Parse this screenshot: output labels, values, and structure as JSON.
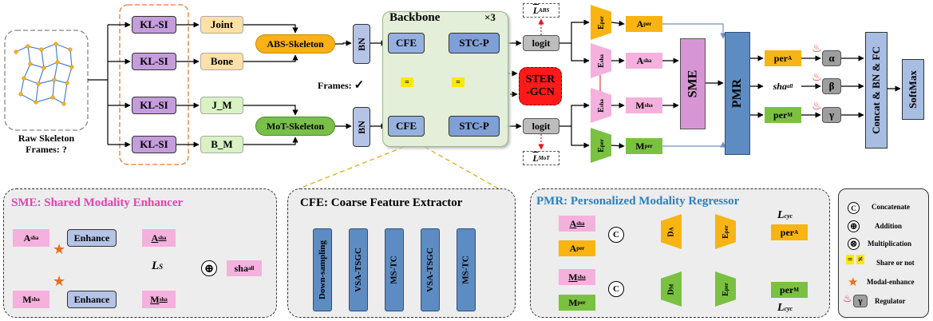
{
  "colors": {
    "kl": "#c59cdc",
    "joint": "#ffe0a6",
    "motion": "#d8f2c3",
    "abs": "#f9b117",
    "mot": "#79c04a",
    "bn": "#b5c3e6",
    "cfe": "#95b1e0",
    "stc": "#7f9fd7",
    "logit": "#bdbdbd",
    "ster": "#ff1a1a",
    "sme": "#d696d6",
    "pmr": "#5d8cc3",
    "orange": "#f8b412",
    "pink": "#f4b1dd",
    "green": "#7ac142",
    "gray": "#9e9e9e",
    "backbone": "#e3efd8",
    "panel": "#ededed",
    "concat": "#a8bde2"
  },
  "raw": {
    "caption_line1": "Raw Skeleton",
    "caption_line2": "Frames: ?"
  },
  "modalities": {
    "kl_label": "KL-SI",
    "inputs": [
      "Joint",
      "Bone",
      "J_M",
      "B_M"
    ]
  },
  "streams": {
    "abs": "ABS-Skeleton",
    "mot": "MoT-Skeleton",
    "bn": "BN",
    "frames": "Frames:",
    "check": "✓"
  },
  "backbone": {
    "title": "Backbone",
    "repeat": "×3",
    "cfe": "CFE",
    "stcp": "STC-P",
    "ster_line1": "STER",
    "ster_line2": "-GCN",
    "share": "="
  },
  "logits": {
    "logit": "logit",
    "loss_abs": "L",
    "loss_abs_sub": "ABS",
    "loss_mot": "L",
    "loss_mot_sub": "MoT"
  },
  "encoders": {
    "enc": "E",
    "per": "per",
    "sha": "sha",
    "a_per": "A",
    "a_sha": "A",
    "m_sha": "M",
    "m_per": "M"
  },
  "right": {
    "sme": "SME",
    "pmr": "PMR",
    "per_a": "per",
    "per_a_sub": "A",
    "sha_all": "sha",
    "sha_all_sub": "all",
    "per_m": "per",
    "per_m_sub": "M",
    "alpha": "α",
    "beta": "β",
    "gamma": "γ",
    "concat": "Concat & BN & FC",
    "softmax": "SoftMax"
  },
  "sme_panel": {
    "title": "SME: Shared Modality Enhancer",
    "a_sha": "A",
    "m_sha": "M",
    "sha_sub": "sha",
    "enhance": "Enhance",
    "loss": "L",
    "loss_sub": "S",
    "out": "sha",
    "out_sub": "all",
    "plus": "⊕"
  },
  "cfe_panel": {
    "title": "CFE: Coarse Feature Extractor",
    "blocks": [
      "Down-sampling",
      "VSA-TSGC",
      "MS-TC",
      "VSA-TSGC",
      "MS-TC"
    ]
  },
  "pmr_panel": {
    "title": "PMR: Personalized Modality Regressor",
    "a_sha": "A",
    "a_per": "A",
    "m_sha": "M",
    "m_per": "M",
    "sha_sub": "sha",
    "per_sub": "per",
    "c": "C",
    "d": "D",
    "d_a_sub": "A",
    "d_m_sub": "M",
    "enc": "E",
    "enc_sub": "per",
    "out_a": "per",
    "out_a_sub": "A",
    "out_m": "per",
    "out_m_sub": "M",
    "loss": "L",
    "loss_sub": "cyc"
  },
  "legend": {
    "items": [
      "Concatenate",
      "Addition",
      "Multiplication",
      "Share or not",
      "Modal-enhance",
      "Regulator"
    ],
    "c": "C",
    "plus": "⊕",
    "times": "⊗",
    "gamma": "γ"
  }
}
